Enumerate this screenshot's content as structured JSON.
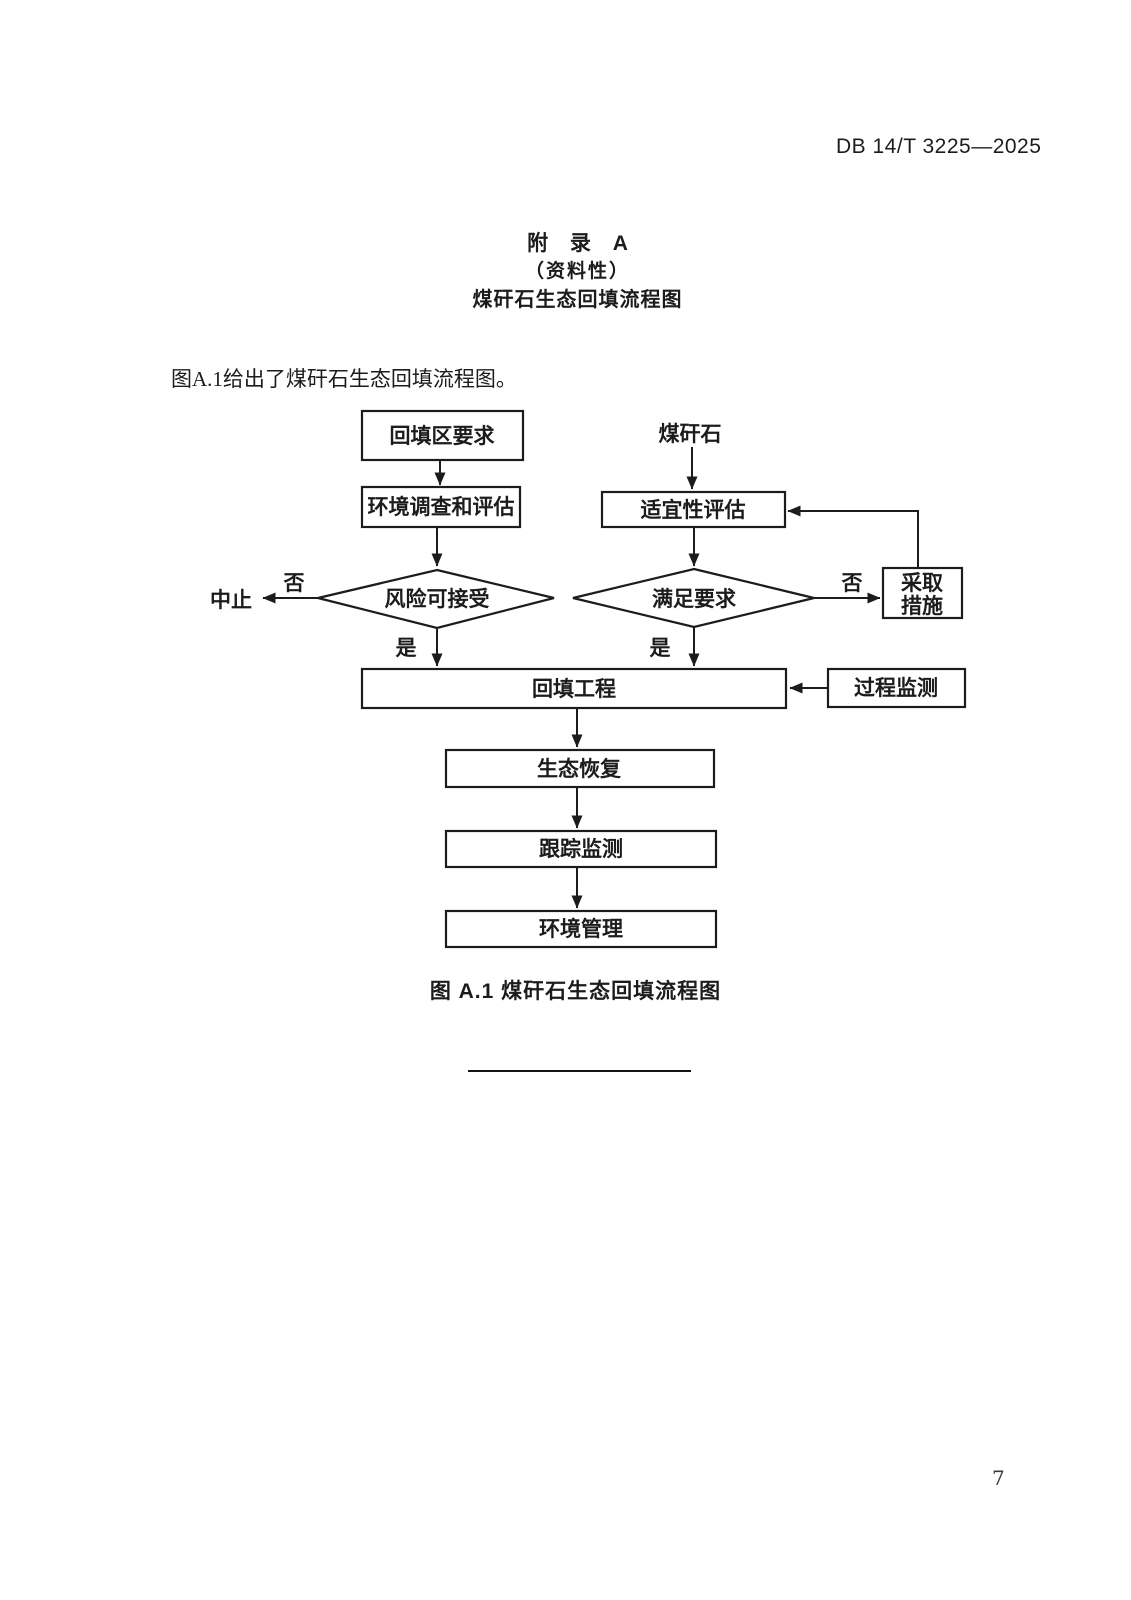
{
  "page": {
    "doc_number": "DB 14/T 3225—2025",
    "page_number": "7"
  },
  "appendix": {
    "label": "附 录 A",
    "type_note": "（资料性）",
    "title": "煤矸石生态回填流程图"
  },
  "body": {
    "intro": "图A.1给出了煤矸石生态回填流程图。",
    "figure_caption": "图 A.1 煤矸石生态回填流程图"
  },
  "flowchart": {
    "nodes": {
      "backfill_area_requirements": "回填区要求",
      "coal_gangue": "煤矸石",
      "environment_survey_evaluation": "环境调查和评估",
      "suitability_evaluation": "适宜性评估",
      "risk_acceptable": "风险可接受",
      "meets_requirements": "满足要求",
      "terminate": "中止",
      "take_measures_line1": "采取",
      "take_measures_line2": "措施",
      "backfill_engineering": "回填工程",
      "process_monitoring": "过程监测",
      "ecological_restoration": "生态恢复",
      "tracking_monitoring": "跟踪监测",
      "environment_management": "环境管理"
    },
    "branch_labels": {
      "risk_no": "否",
      "risk_yes": "是",
      "meet_no": "否",
      "meet_yes": "是"
    }
  },
  "colors": {
    "ink": "#1c1c1c",
    "paper": "#ffffff"
  }
}
